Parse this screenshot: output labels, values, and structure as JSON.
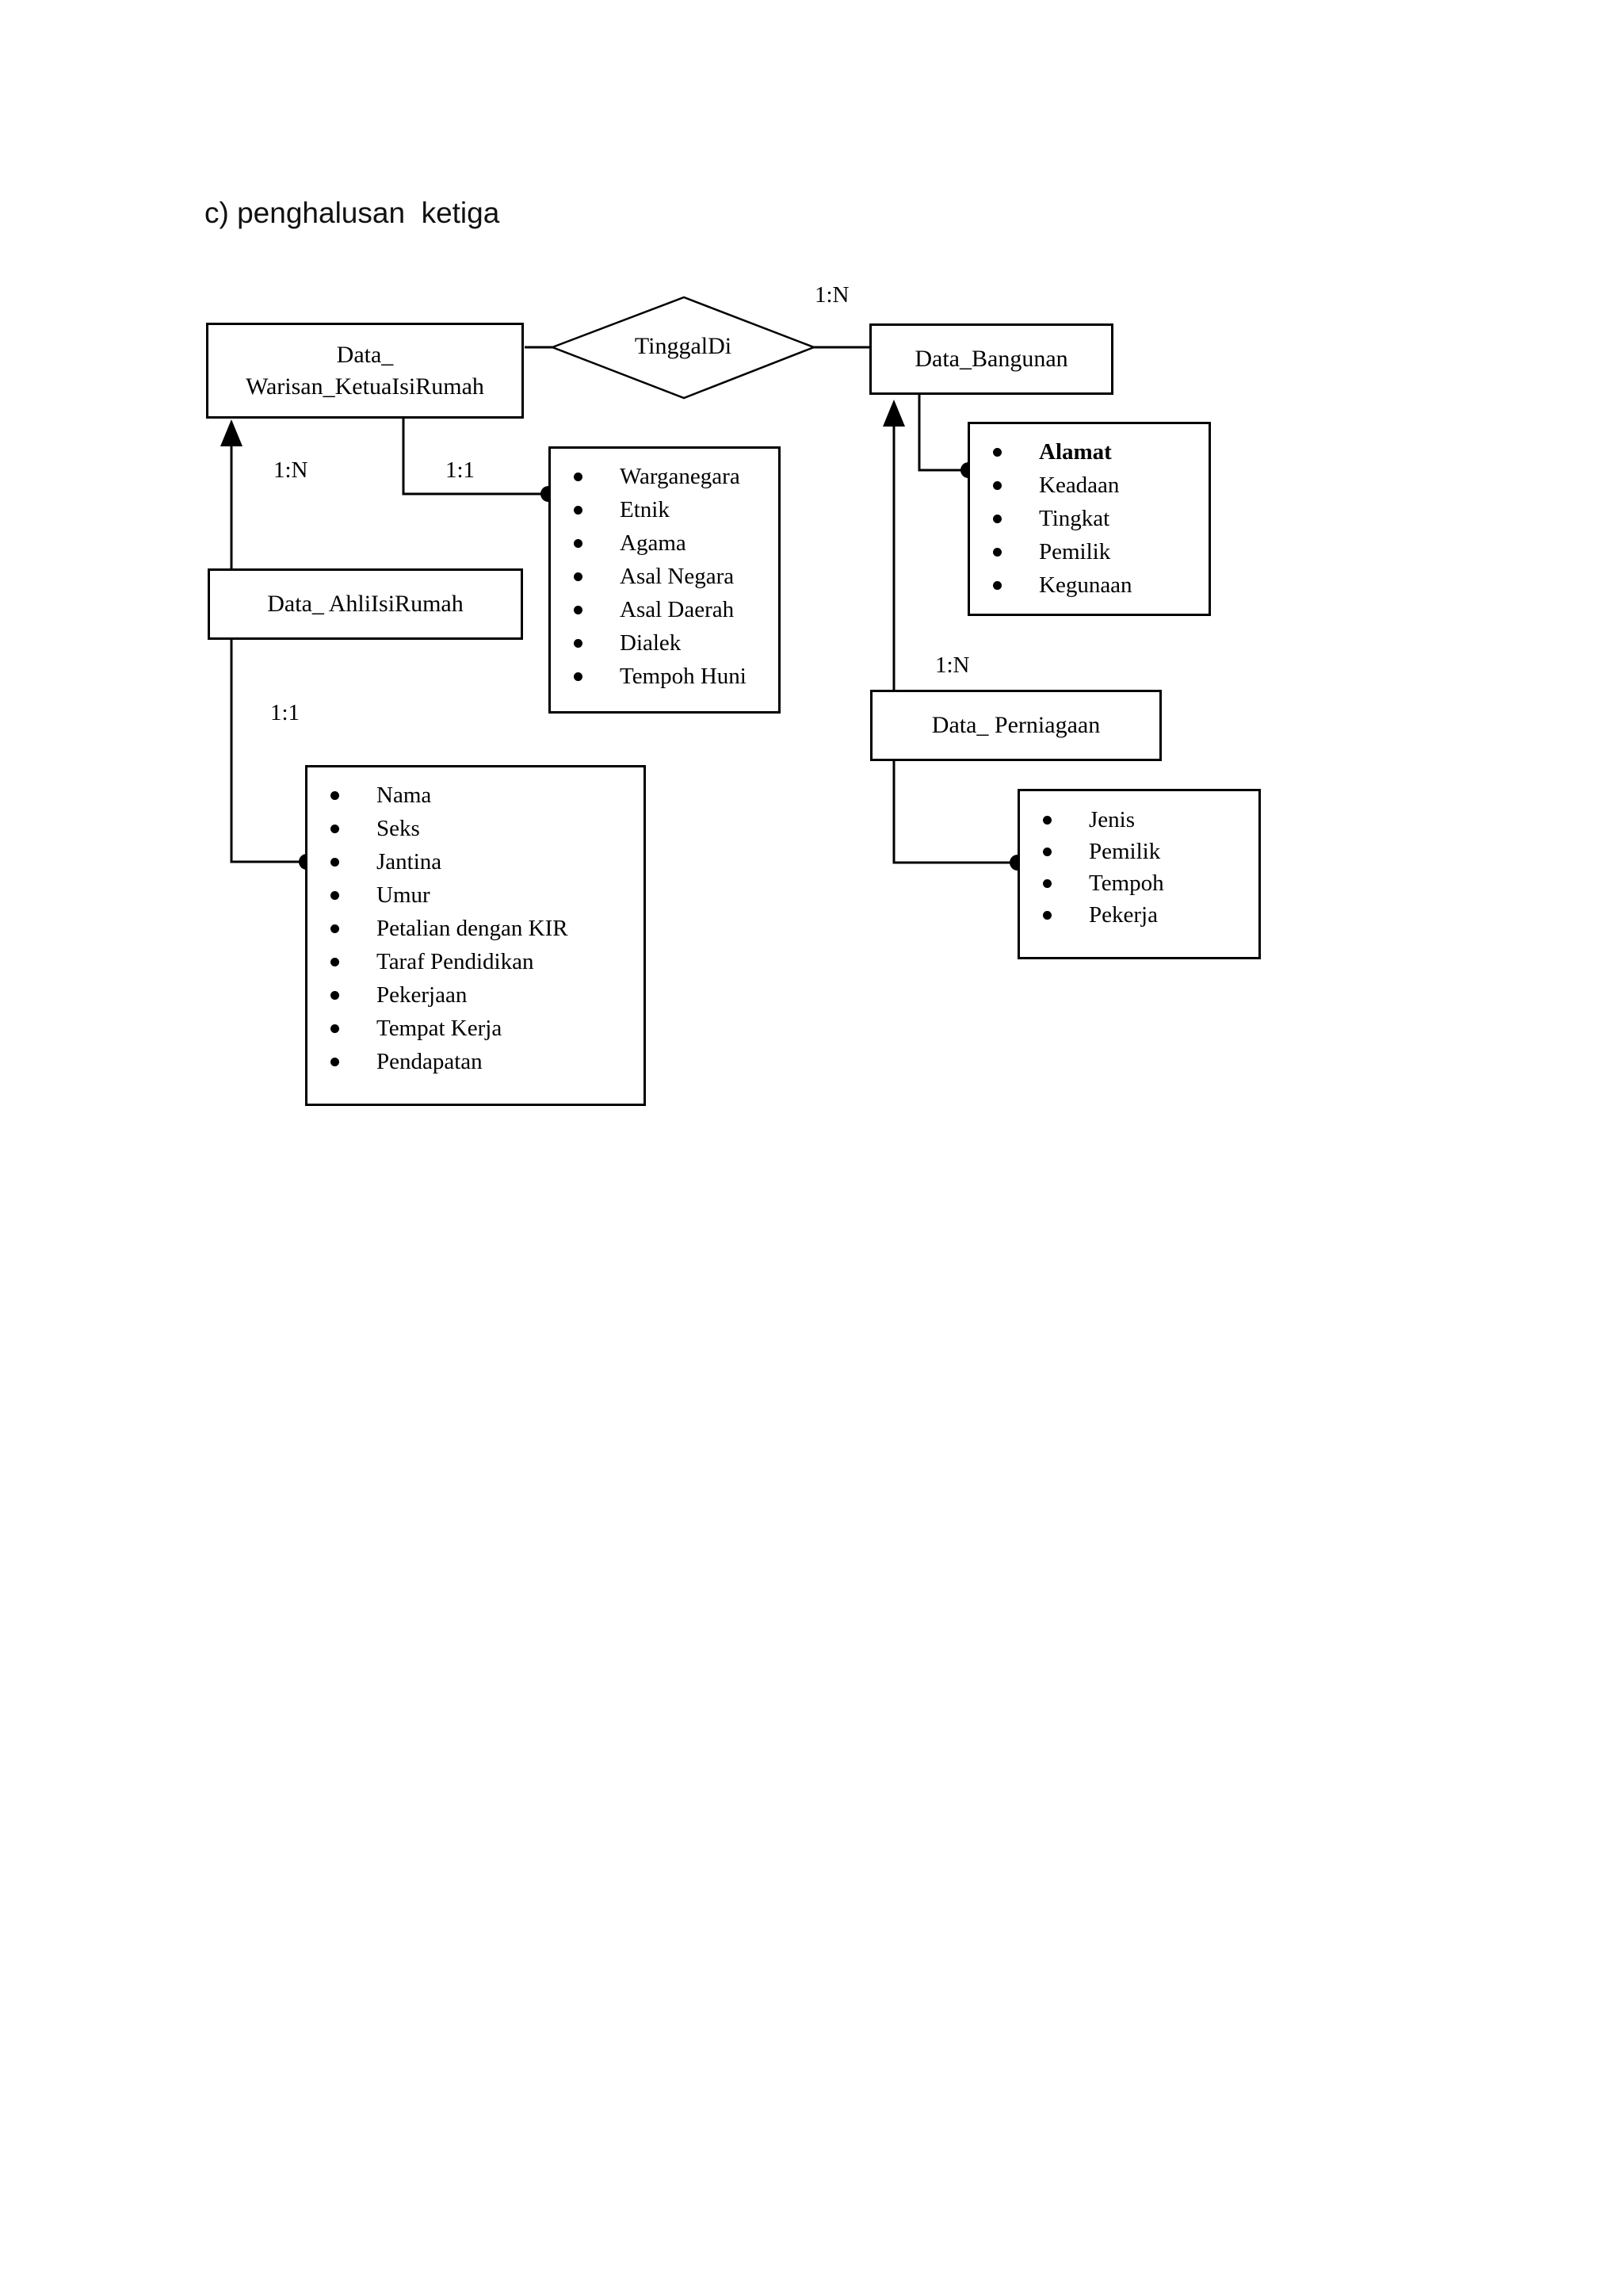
{
  "page": {
    "title": "c) penghalusan  ketiga",
    "background_color": "#ffffff",
    "line_color": "#000000"
  },
  "diagram": {
    "relationship": {
      "label": "TinggalDi"
    },
    "entities": {
      "warisan": {
        "line1": "Data_",
        "line2": "Warisan_KetuaIsiRumah"
      },
      "bangunan": {
        "label": "Data_Bangunan"
      },
      "ahli": {
        "label": "Data_ AhliIsiRumah"
      },
      "perniagaan": {
        "label": "Data_ Perniagaan"
      }
    },
    "cardinalities": {
      "tinggaldi_to_bangunan": "1:N",
      "ahli_to_warisan": "1:N",
      "warisan_to_attrs": "1:1",
      "ahli_to_attrs": "1:1",
      "perniagaan_to_bangunan": "1:N"
    },
    "attribute_boxes": {
      "bangunan": {
        "items": [
          {
            "text": "Alamat",
            "bold": true
          },
          {
            "text": "Keadaan"
          },
          {
            "text": "Tingkat"
          },
          {
            "text": "Pemilik"
          },
          {
            "text": "Kegunaan"
          }
        ]
      },
      "warisan": {
        "items": [
          {
            "text": "Warganegara"
          },
          {
            "text": "Etnik"
          },
          {
            "text": "Agama"
          },
          {
            "text": "Asal Negara"
          },
          {
            "text": "Asal Daerah"
          },
          {
            "text": "Dialek"
          },
          {
            "text": "Tempoh Huni"
          }
        ]
      },
      "ahli": {
        "items": [
          {
            "text": "Nama"
          },
          {
            "text": "Seks"
          },
          {
            "text": "Jantina"
          },
          {
            "text": "Umur"
          },
          {
            "text": "Petalian dengan KIR"
          },
          {
            "text": "Taraf Pendidikan"
          },
          {
            "text": "Pekerjaan"
          },
          {
            "text": "Tempat Kerja"
          },
          {
            "text": "Pendapatan"
          }
        ]
      },
      "perniagaan": {
        "items": [
          {
            "text": "Jenis"
          },
          {
            "text": "Pemilik"
          },
          {
            "text": "Tempoh"
          },
          {
            "text": "Pekerja"
          }
        ]
      }
    }
  }
}
